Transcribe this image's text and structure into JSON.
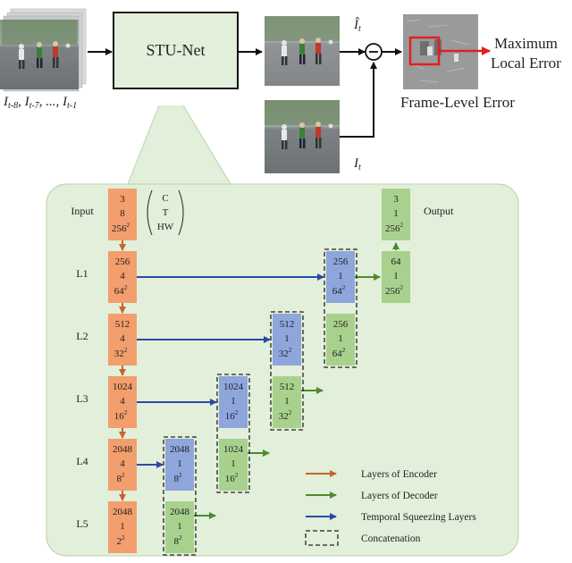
{
  "top": {
    "network_label": "STU-Net",
    "input_frames_label": "I",
    "input_frames_sub": "t-8",
    "input_frames_text": ", I",
    "input_frames_sub2": "t-7",
    "input_frames_text2": ", ..., I",
    "input_frames_sub3": "t-1",
    "pred_label": "Î",
    "pred_sub": "t",
    "gt_label": "I",
    "gt_sub": "t",
    "minus": "−",
    "error_map_caption": "Frame-Level Error",
    "output_line1": "Maximum",
    "output_line2": "Local Error"
  },
  "detail": {
    "row_labels": [
      "Input",
      "L1",
      "L2",
      "L3",
      "L4",
      "L5"
    ],
    "dim_legend": [
      "C",
      "T",
      "HW"
    ],
    "output_label": "Output",
    "encoder": [
      {
        "c": "3",
        "t": "8",
        "hw": "256",
        "sup": "2"
      },
      {
        "c": "256",
        "t": "4",
        "hw": "64",
        "sup": "2"
      },
      {
        "c": "512",
        "t": "4",
        "hw": "32",
        "sup": "2"
      },
      {
        "c": "1024",
        "t": "4",
        "hw": "16",
        "sup": "2"
      },
      {
        "c": "2048",
        "t": "4",
        "hw": "8",
        "sup": "2"
      },
      {
        "c": "2048",
        "t": "1",
        "hw": "2",
        "sup": "2"
      }
    ],
    "squeeze": [
      {
        "c": "256",
        "t": "1",
        "hw": "64",
        "sup": "2"
      },
      {
        "c": "512",
        "t": "1",
        "hw": "32",
        "sup": "2"
      },
      {
        "c": "1024",
        "t": "1",
        "hw": "16",
        "sup": "2"
      },
      {
        "c": "2048",
        "t": "1",
        "hw": "8",
        "sup": "2"
      }
    ],
    "decoder": [
      {
        "c": "2048",
        "t": "1",
        "hw": "8",
        "sup": "2"
      },
      {
        "c": "1024",
        "t": "1",
        "hw": "16",
        "sup": "2"
      },
      {
        "c": "512",
        "t": "1",
        "hw": "32",
        "sup": "2"
      },
      {
        "c": "256",
        "t": "1",
        "hw": "64",
        "sup": "2"
      },
      {
        "c": "64",
        "t": "1",
        "hw": "256",
        "sup": "2"
      },
      {
        "c": "3",
        "t": "1",
        "hw": "256",
        "sup": "2"
      }
    ],
    "legend": [
      {
        "label": "Layers of Encoder",
        "color": "#c8632a"
      },
      {
        "label": "Layers of Decoder",
        "color": "#4e8a2e"
      },
      {
        "label": "Temporal Squeezing Layers",
        "color": "#2a4aa6"
      },
      {
        "label": "Concatenation",
        "color": "#333333"
      }
    ]
  },
  "colors": {
    "encoder_fill": "#f29e6d",
    "squeeze_fill": "#8ea6dc",
    "decoder_fill": "#a9d18e",
    "panel_fill": "#e2efda",
    "panel_stroke": "#b9d3a8",
    "error_box": "#e02020"
  }
}
